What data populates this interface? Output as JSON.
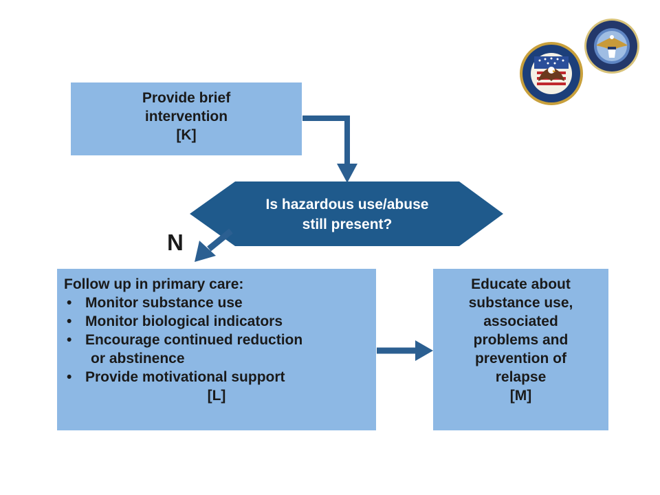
{
  "nodes": {
    "k": {
      "lines": [
        "Provide brief",
        "intervention",
        "[K]"
      ]
    },
    "decision": {
      "lines": [
        "Is hazardous use/abuse",
        "still present?"
      ]
    },
    "l": {
      "heading": "Follow up in primary care:",
      "bullets": [
        "Monitor substance use",
        "Monitor biological indicators",
        "Encourage continued reduction",
        "Provide motivational support"
      ],
      "continuation": "or abstinence",
      "ref": "[L]"
    },
    "m": {
      "lines": [
        "Educate about",
        "substance use,",
        "associated",
        "problems and",
        "prevention of",
        "relapse",
        "[M]"
      ]
    }
  },
  "edge_labels": {
    "no": "N"
  },
  "colors": {
    "box_fill": "#8db8e4",
    "decision_fill": "#1f5a8c",
    "arrow": "#2b5f91",
    "text": "#1a1a1a"
  },
  "logos": [
    "va-seal-icon",
    "dod-seal-icon"
  ]
}
